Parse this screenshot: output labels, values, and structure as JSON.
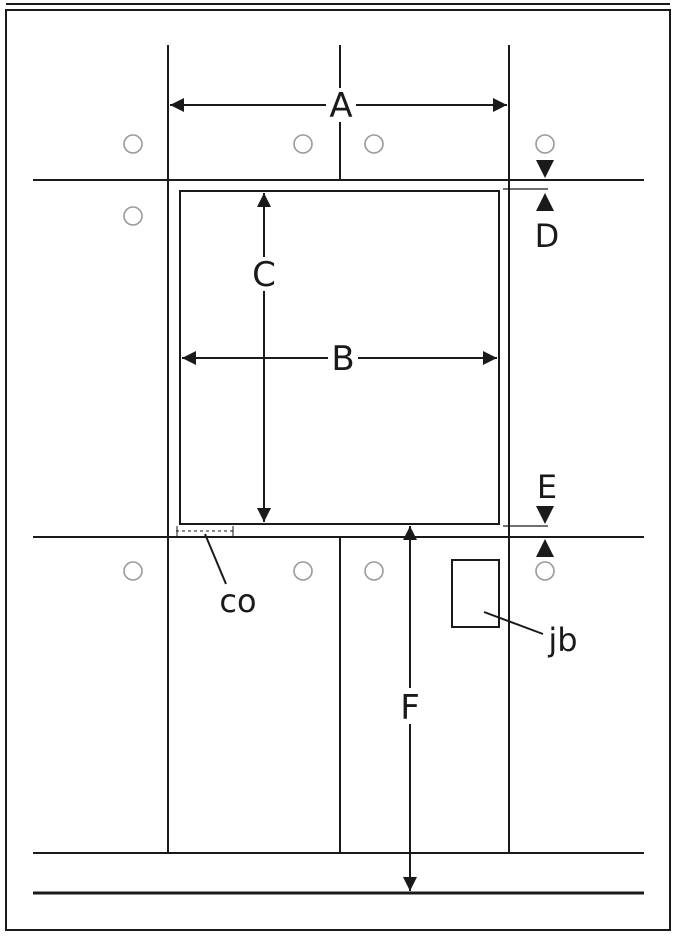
{
  "diagram": {
    "labels": {
      "a": "A",
      "b": "B",
      "c": "C",
      "d": "D",
      "e": "E",
      "f": "F",
      "co": "co",
      "jb": "jb"
    },
    "colors": {
      "line": "#1a1a1a",
      "stud_dot": "#9a9a9a",
      "background": "#ffffff"
    }
  }
}
